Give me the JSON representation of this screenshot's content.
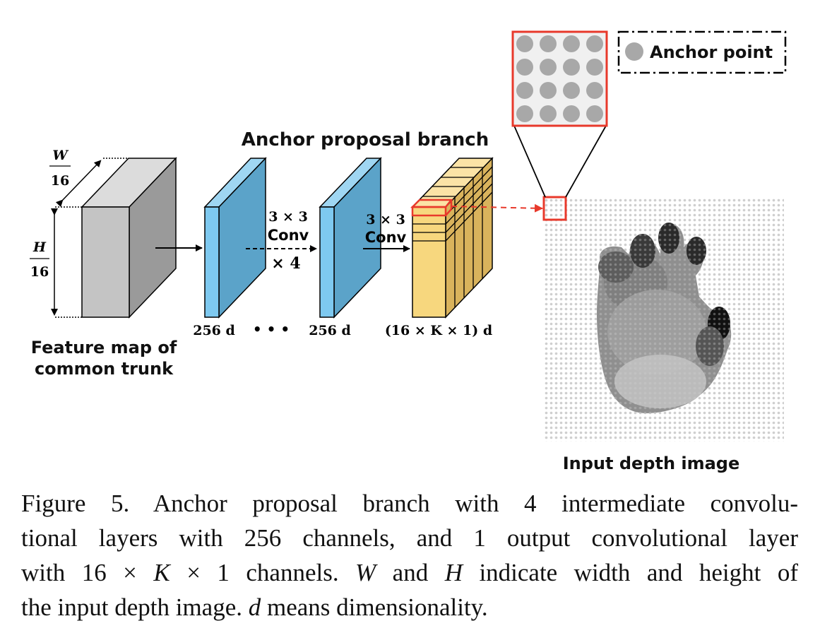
{
  "diagram": {
    "branch_title": "Anchor proposal branch",
    "feature_map_label_line1": "Feature map of",
    "feature_map_label_line2": "common trunk",
    "w_num": "W",
    "w_den": "16",
    "h_num": "H",
    "h_den": "16",
    "conv_a_line1": "3 × 3",
    "conv_a_line2": "Conv",
    "conv_a_repeat": "× 4",
    "conv_b_line1": "3 × 3",
    "conv_b_line2": "Conv",
    "dim1": "256 d",
    "ellipsis": "• • •",
    "dim2": "256 d",
    "dim3": "(16 × K × 1) d",
    "legend_label": "Anchor point",
    "depth_label": "Input depth image",
    "colors": {
      "feature_map": "#c4c4c4",
      "conv_layer": "#5ba3c9",
      "output_layer": "#f5d27e",
      "highlight": "#e8392b",
      "anchor": "#a8a8a8"
    }
  },
  "caption": {
    "line1": "Figure 5. Anchor proposal branch with 4 intermediate convolu-",
    "line2": "tional layers with 256 channels, and 1 output convolutional layer",
    "line3_a": "with 16 × ",
    "line3_k": "K",
    "line3_b": " × 1 channels. ",
    "line3_w": "W",
    "line3_c": " and ",
    "line3_h": "H",
    "line3_d": " indicate width and height of",
    "line4_a": "the input depth image. ",
    "line4_d": "d",
    "line4_b": " means dimensionality."
  }
}
